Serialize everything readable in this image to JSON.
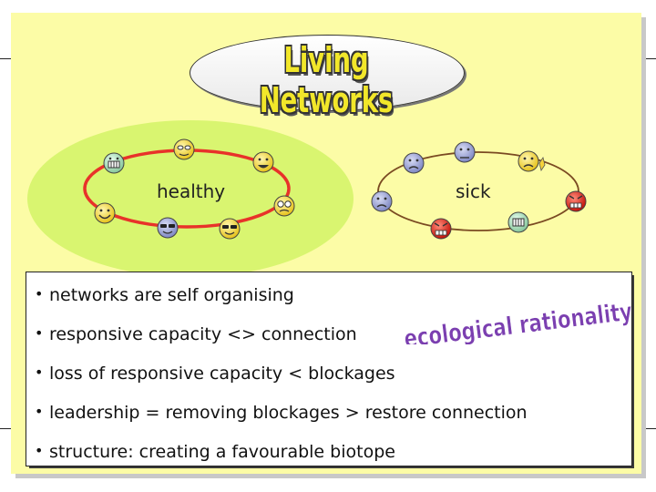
{
  "title": "Living Networks",
  "networks": {
    "healthy": {
      "label": "healthy"
    },
    "sick": {
      "label": "sick"
    }
  },
  "tagline": "ecological rationality",
  "bullets": [
    "networks are self organising",
    "responsive capacity <> connection",
    "loss of responsive capacity < blockages",
    "leadership = removing blockages > restore connection",
    "structure: creating a favourable biotope"
  ],
  "colors": {
    "panel": "#fcfca6",
    "healthy_area": "#d9f570",
    "healthy_ring": "#e8322a",
    "sick_ring": "#7a4a22",
    "title_fill": "#f2e72a",
    "tagline_fill": "#7b3fb0"
  },
  "icons": {
    "healthy_faces": [
      "smiley-icon",
      "happy-icon",
      "content-icon",
      "smiley-icon",
      "nerd-icon",
      "cool-icon",
      "cool-icon"
    ],
    "sick_faces": [
      "sad-icon",
      "sad-icon",
      "sick-icon",
      "angry-icon",
      "angry-icon",
      "grimace-icon",
      "sad-icon"
    ]
  }
}
